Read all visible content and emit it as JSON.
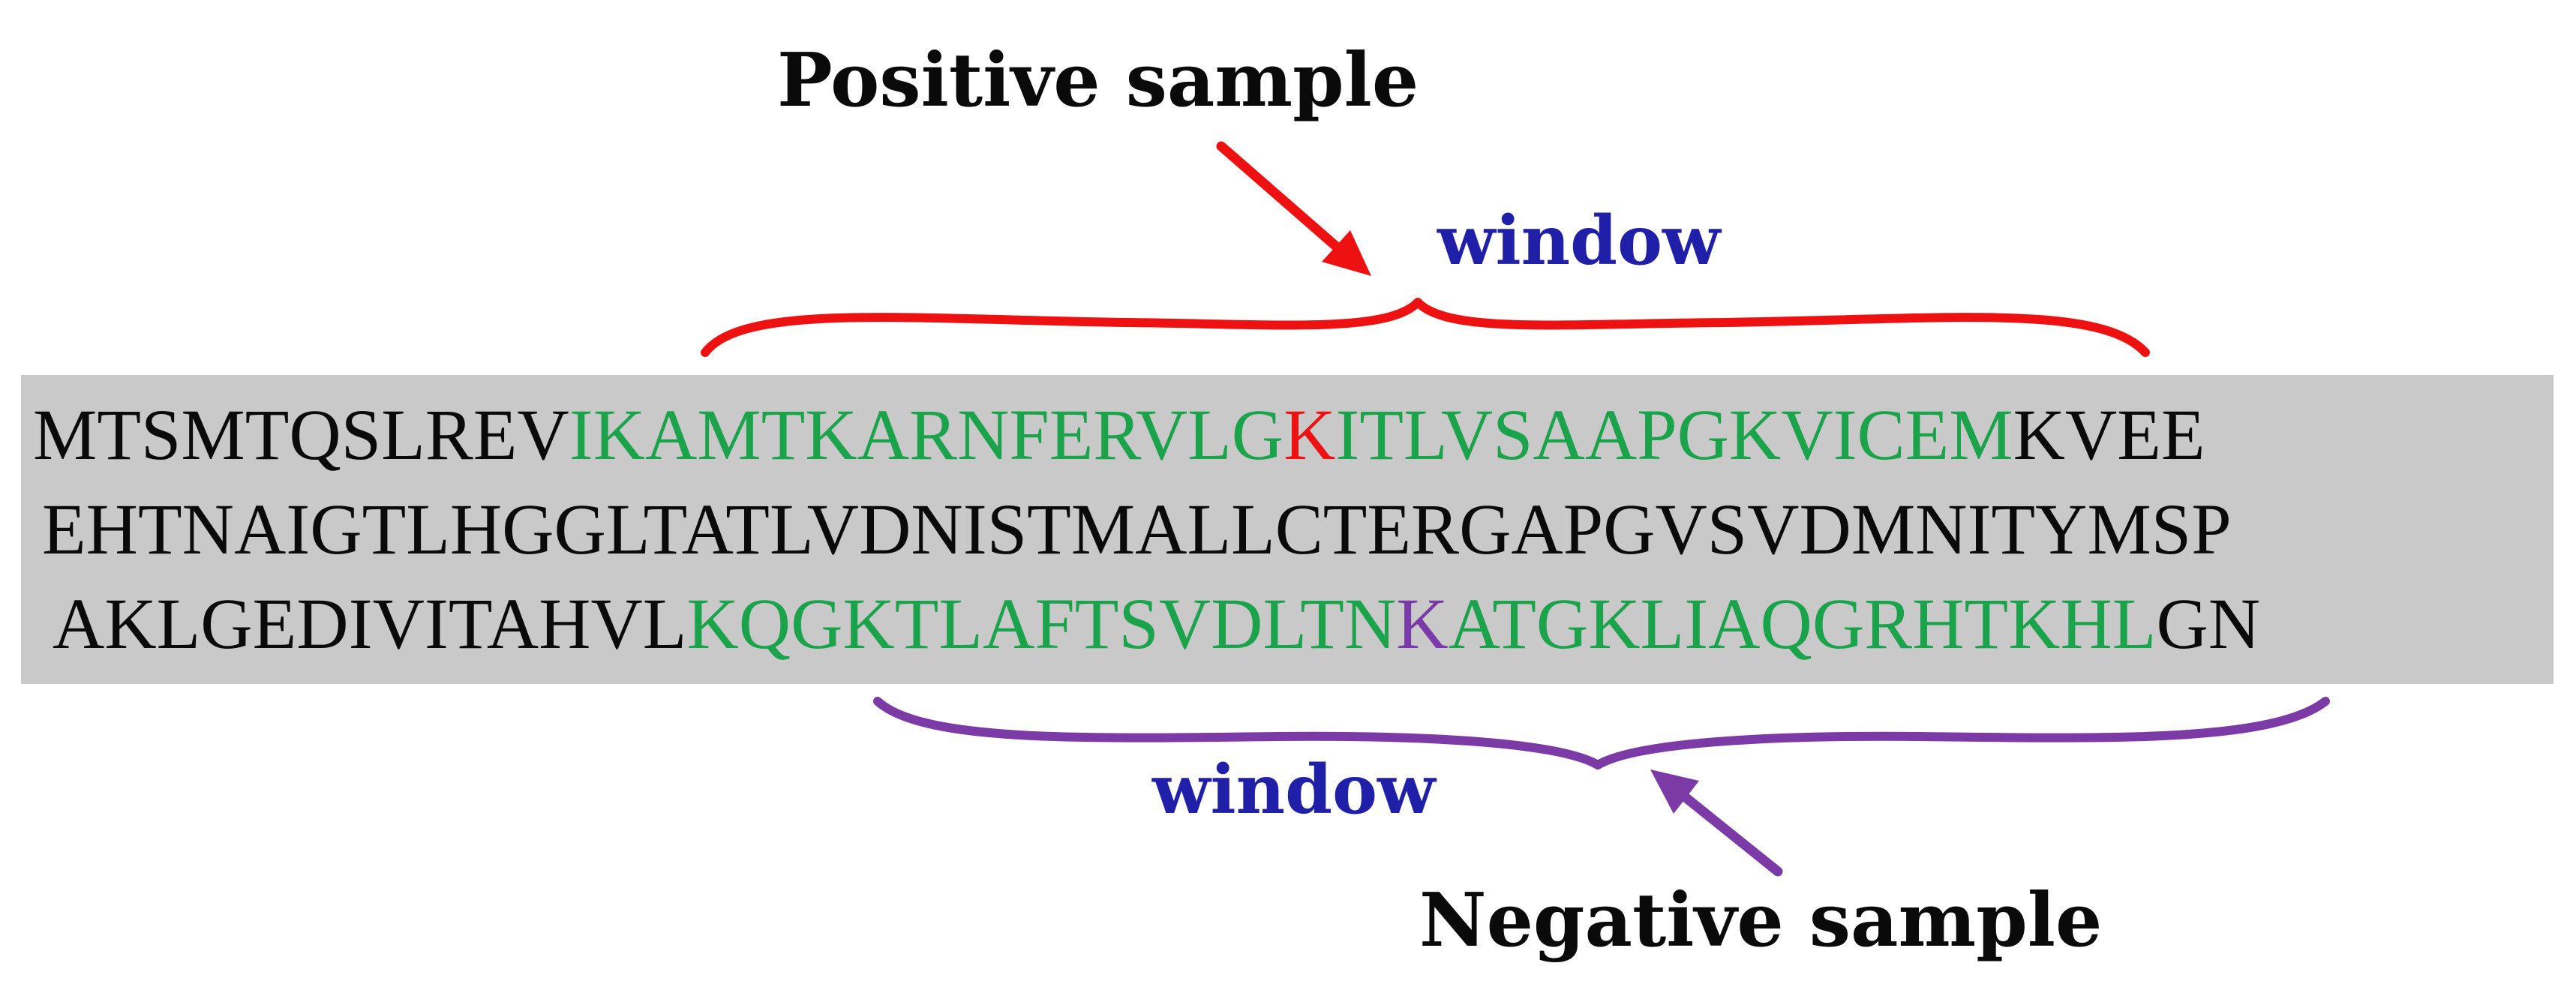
{
  "labels": {
    "positive": "Positive sample",
    "negative": "Negative sample",
    "window_top": "window",
    "window_bottom": "window"
  },
  "sequence": [
    [
      {
        "text": "MTSMTQSLREV",
        "role": "plain"
      },
      {
        "text": "IKAMTKARNFERVLG",
        "role": "window"
      },
      {
        "text": "K",
        "role": "positive-site"
      },
      {
        "text": "ITLVSAAPGKVICEM",
        "role": "window"
      },
      {
        "text": "KVEE",
        "role": "plain"
      }
    ],
    [
      {
        "text": "EHTNAIGTLHGGLTATLVDNISTMALLCTERGAPGVSVDMNITYMSP",
        "role": "plain"
      }
    ],
    [
      {
        "text": "AKLGEDIVITAHVL",
        "role": "plain"
      },
      {
        "text": "KQGKTLAFTSVDLTN",
        "role": "window"
      },
      {
        "text": "K",
        "role": "negative-site"
      },
      {
        "text": "ATGKLIAQGRHTKHL",
        "role": "window"
      },
      {
        "text": "GN",
        "role": "plain"
      }
    ]
  ],
  "colors": {
    "plain": "#0a0a0a",
    "window": "#1aa34a",
    "positive-site": "#ee1111",
    "negative-site": "#7a3aa8",
    "positive_brace": "#ee1111",
    "negative_brace": "#7b3aa5",
    "window_label": "#1f1fa8",
    "sequence_background": "#c9c9c9"
  }
}
